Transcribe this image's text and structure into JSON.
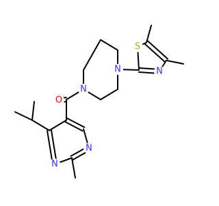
{
  "colors": {
    "background": "#ffffff",
    "bond": "#000000",
    "carbon": "#000000",
    "nitrogen": "#3333ff",
    "oxygen": "#ff0000",
    "sulfur": "#b2b200"
  },
  "atoms": [
    {
      "id": "s1",
      "element": "S",
      "label": "S"
    },
    {
      "id": "n_thz",
      "element": "N",
      "label": "N"
    },
    {
      "id": "n_pip_top",
      "element": "N",
      "label": "N"
    },
    {
      "id": "n_pip_bottom",
      "element": "N",
      "label": "N"
    },
    {
      "id": "o1",
      "element": "O",
      "label": "O"
    },
    {
      "id": "n_pyr_1",
      "element": "N",
      "label": "N"
    },
    {
      "id": "n_pyr_2",
      "element": "N",
      "label": "N"
    }
  ]
}
